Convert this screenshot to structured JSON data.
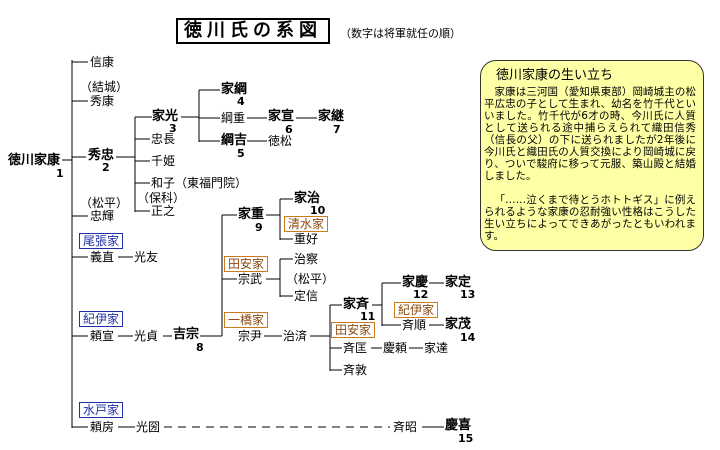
{
  "title": "徳川氏の系図",
  "subtitle": "（数字は将軍就任の順）",
  "box": {
    "title": "徳川家康の生い立ち",
    "para1": "家康は三河国（愛知県東部）岡崎城主の松平広忠の子として生まれ、幼名を竹千代といいました。竹千代が6才の時、今川氏に人質として送られる途中捕らえられて織田信秀（信長の父）の下に送られましたが2年後に今川氏と織田氏の人質交換により岡崎城に戻り、ついで駿府に移って元服、築山殿と結婚しました。",
    "para2": "「……泣くまで待とうホトトギス」に例えられるような家康の忍耐強い性格はこうした生い立ちによってできあがったともいわれます。"
  },
  "people": {
    "ieyasu": {
      "name": "徳川家康",
      "num": "1"
    },
    "nobuyasu": {
      "name": "信康"
    },
    "hideyasu": {
      "name": "秀康",
      "note": "（結城）"
    },
    "hidetada": {
      "name": "秀忠",
      "num": "2"
    },
    "tadateru": {
      "name": "忠輝",
      "note": "（松平）"
    },
    "yoshinao": {
      "name": "義直"
    },
    "mitsutomo": {
      "name": "光友"
    },
    "yorinobu": {
      "name": "頼宣"
    },
    "mitsusada": {
      "name": "光貞"
    },
    "yoshimune": {
      "name": "吉宗",
      "num": "8"
    },
    "yorifusa": {
      "name": "頼房"
    },
    "mitsukuni": {
      "name": "光圀"
    },
    "iemitsu": {
      "name": "家光",
      "num": "3"
    },
    "tadanaga": {
      "name": "忠長"
    },
    "senhime": {
      "name": "千姫"
    },
    "kazuko": {
      "name": "和子（東福門院）"
    },
    "masayuki": {
      "name": "正之",
      "note": "（保科）"
    },
    "ietsuna": {
      "name": "家綱",
      "num": "4"
    },
    "tsunashige": {
      "name": "綱重"
    },
    "tsunayoshi": {
      "name": "綱吉",
      "num": "5"
    },
    "ienobu": {
      "name": "家宣",
      "num": "6"
    },
    "ietsugu": {
      "name": "家継",
      "num": "7"
    },
    "tokumatsu": {
      "name": "徳松"
    },
    "ieshige": {
      "name": "家重",
      "num": "9"
    },
    "ieharu": {
      "name": "家治",
      "num": "10"
    },
    "shigeyoshi": {
      "name": "重好"
    },
    "munetake": {
      "name": "宗武"
    },
    "harusato": {
      "name": "治察"
    },
    "matsudaira_note": {
      "name": "（松平）"
    },
    "sadanobu": {
      "name": "定信"
    },
    "munetada": {
      "name": "宗尹"
    },
    "harusada": {
      "name": "治済"
    },
    "ienari": {
      "name": "家斉",
      "num": "11"
    },
    "narimasa": {
      "name": "斉匡"
    },
    "yoshiyori": {
      "name": "慶頼"
    },
    "iesato": {
      "name": "家達"
    },
    "naritoshi": {
      "name": "斉敦"
    },
    "ieyoshi": {
      "name": "家慶",
      "num": "12"
    },
    "iesada": {
      "name": "家定",
      "num": "13"
    },
    "narijun": {
      "name": "斉順"
    },
    "iemochi": {
      "name": "家茂",
      "num": "14"
    },
    "nariaki": {
      "name": "斉昭"
    },
    "yoshinobu": {
      "name": "慶喜",
      "num": "15"
    }
  },
  "families": {
    "owari": "尾張家",
    "kii": "紀伊家",
    "mito": "水戸家",
    "shimizu": "清水家",
    "tayasu": "田安家",
    "hitotsubashi": "一橋家",
    "tayasu2": "田安家",
    "kii2": "紀伊家"
  }
}
